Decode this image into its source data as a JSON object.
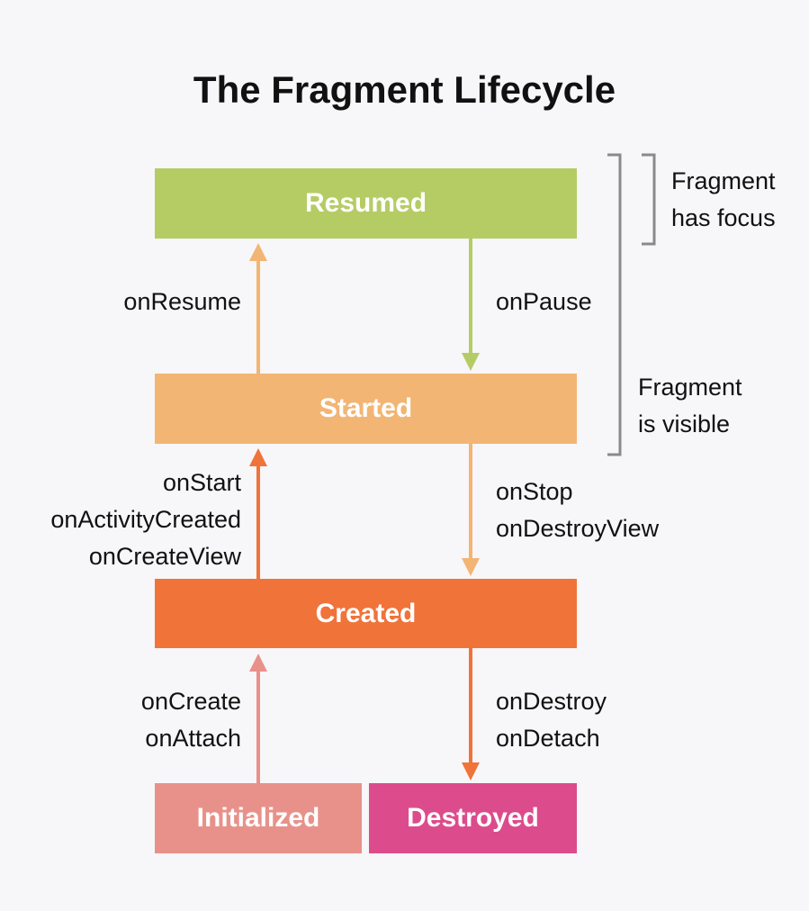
{
  "title": "The Fragment Lifecycle",
  "states": {
    "resumed": "Resumed",
    "started": "Started",
    "created": "Created",
    "initialized": "Initialized",
    "destroyed": "Destroyed"
  },
  "transitions": {
    "on_resume": "onResume",
    "on_pause": "onPause",
    "on_start": "onStart",
    "on_activity_created": "onActivityCreated",
    "on_create_view": "onCreateView",
    "on_stop": "onStop",
    "on_destroy_view": "onDestroyView",
    "on_create": "onCreate",
    "on_attach": "onAttach",
    "on_destroy": "onDestroy",
    "on_detach": "onDetach"
  },
  "annotations": {
    "focus_line1": "Fragment",
    "focus_line2": "has focus",
    "visible_line1": "Fragment",
    "visible_line2": "is visible"
  },
  "colors": {
    "resumed": "#b5cc65",
    "started": "#f2b574",
    "created": "#f0733a",
    "initialized": "#e8918a",
    "destroyed": "#dc4c8c",
    "bracket": "#8a8a8a"
  }
}
